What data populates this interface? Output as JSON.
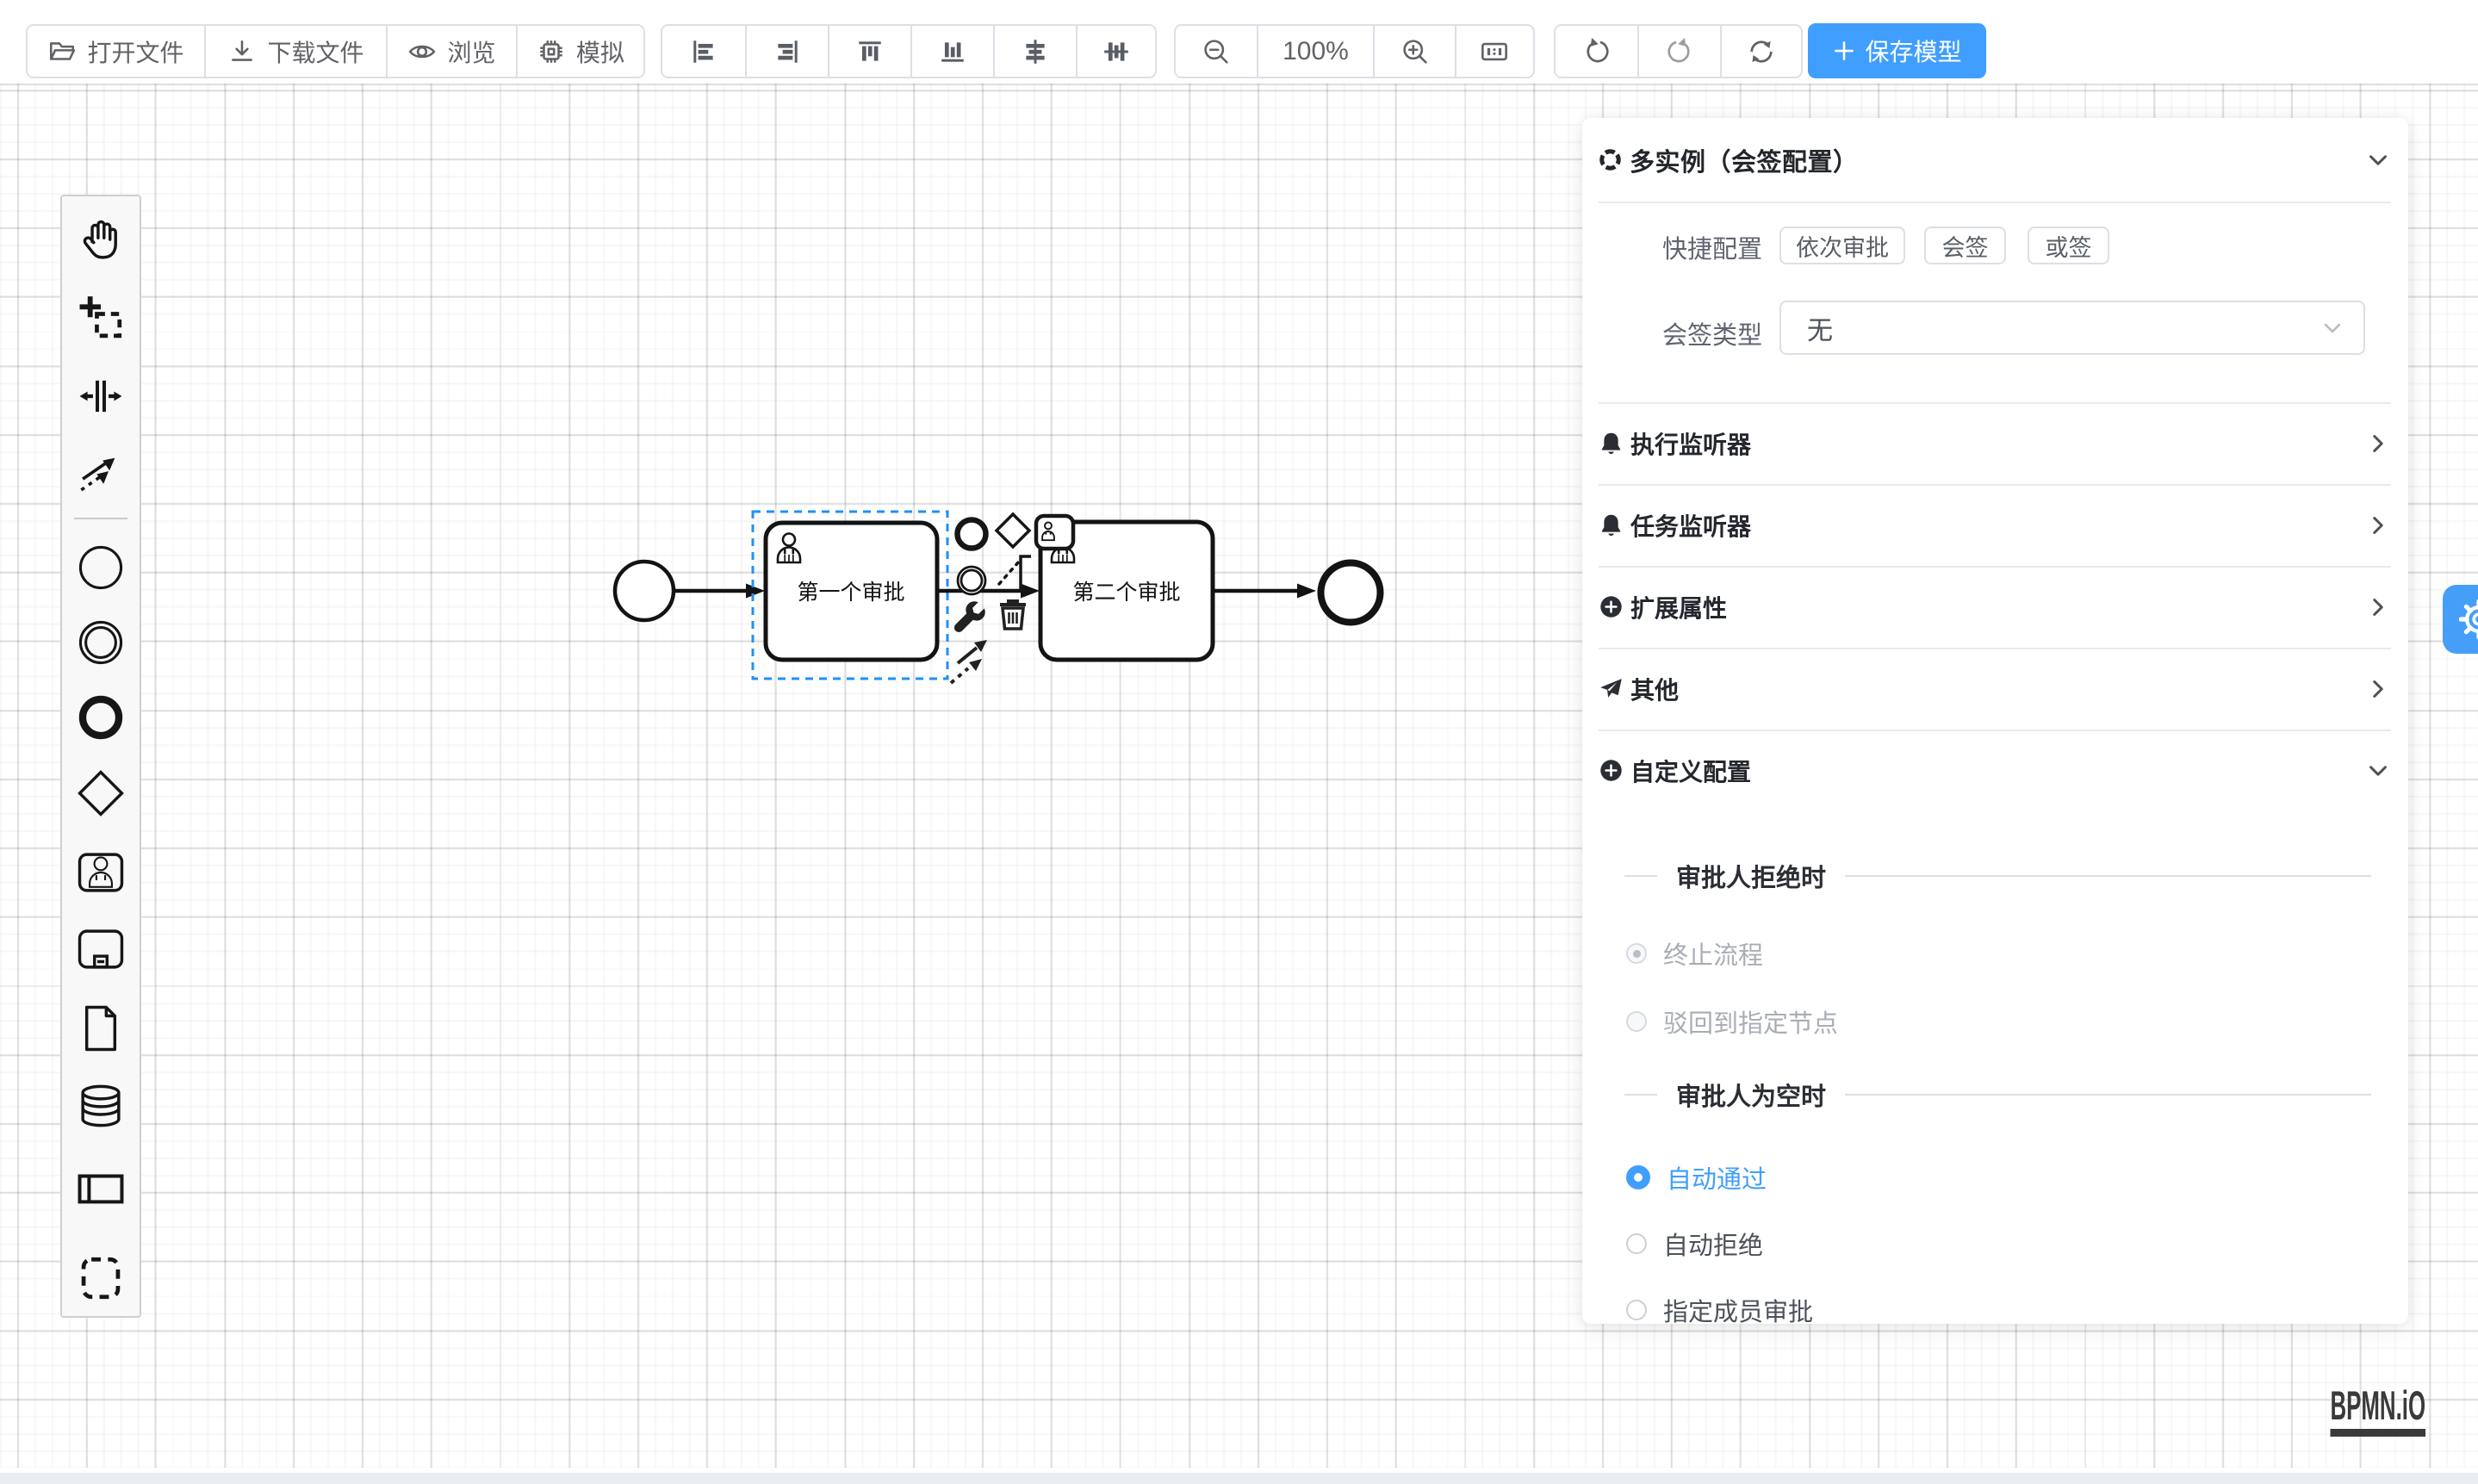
{
  "app": {
    "watermark": "BPMN.iO"
  },
  "toolbar": {
    "file_group": [
      {
        "label": "打开文件",
        "icon": "folder-open-icon"
      },
      {
        "label": "下载文件",
        "icon": "download-icon"
      },
      {
        "label": "浏览",
        "icon": "eye-icon"
      },
      {
        "label": "模拟",
        "icon": "cpu-icon"
      }
    ],
    "align_group": [
      {
        "icon": "align-left-icon"
      },
      {
        "icon": "align-right-icon"
      },
      {
        "icon": "align-top-icon"
      },
      {
        "icon": "align-bottom-icon"
      },
      {
        "icon": "align-center-icon"
      },
      {
        "icon": "align-middle-icon"
      }
    ],
    "zoom_group": {
      "zoom_out_icon": "magnifier-minus-icon",
      "level": "100%",
      "zoom_in_icon": "magnifier-plus-icon",
      "reset_icon": "one-to-one-icon"
    },
    "history_group": [
      {
        "icon": "undo-icon"
      },
      {
        "icon": "redo-icon"
      },
      {
        "icon": "refresh-icon"
      }
    ],
    "save_button": {
      "label": "保存模型",
      "icon": "plus-icon",
      "color": "#409eff"
    }
  },
  "palette": {
    "tools": [
      "hand-tool-icon",
      "lasso-tool-icon",
      "space-tool-icon",
      "global-connect-icon"
    ],
    "elements": [
      "start-event-icon",
      "intermediate-event-icon",
      "end-event-icon",
      "gateway-icon",
      "user-task-icon",
      "subprocess-icon",
      "data-object-icon",
      "data-store-icon",
      "participant-icon",
      "group-icon"
    ]
  },
  "diagram": {
    "task1_label": "第一个审批",
    "task2_label": "第二个审批",
    "selection_color": "#2191f3",
    "context_pad": [
      "append-end-event-icon",
      "append-gateway-icon",
      "append-task-icon",
      "append-intermediate-event-icon",
      "append-text-annotation-icon",
      "replace-icon",
      "delete-icon",
      "connect-icon"
    ]
  },
  "panel": {
    "title": "多实例（会签配置）",
    "title_icon": "multi-instance-icon",
    "quick": {
      "label": "快捷配置",
      "buttons": [
        "依次审批",
        "会签",
        "或签"
      ]
    },
    "type": {
      "label": "会签类型",
      "value": "无"
    },
    "sections": [
      {
        "label": "执行监听器",
        "icon": "bell-icon",
        "chevron": "right"
      },
      {
        "label": "任务监听器",
        "icon": "bell-icon",
        "chevron": "right"
      },
      {
        "label": "扩展属性",
        "icon": "plus-circle-icon",
        "chevron": "right"
      },
      {
        "label": "其他",
        "icon": "send-icon",
        "chevron": "right"
      },
      {
        "label": "自定义配置",
        "icon": "plus-circle-icon",
        "chevron": "down"
      }
    ],
    "reject": {
      "title": "审批人拒绝时",
      "options": [
        {
          "label": "终止流程",
          "checked": true,
          "disabled": true
        },
        {
          "label": "驳回到指定节点",
          "checked": false,
          "disabled": true
        }
      ]
    },
    "empty": {
      "title": "审批人为空时",
      "options": [
        {
          "label": "自动通过",
          "checked": true
        },
        {
          "label": "自动拒绝",
          "checked": false
        },
        {
          "label": "指定成员审批",
          "checked": false
        }
      ]
    }
  },
  "colors": {
    "accent": "#409eff",
    "border": "#dcdfe6",
    "text": "#606266",
    "title": "#303133",
    "selection": "#2191f3"
  }
}
